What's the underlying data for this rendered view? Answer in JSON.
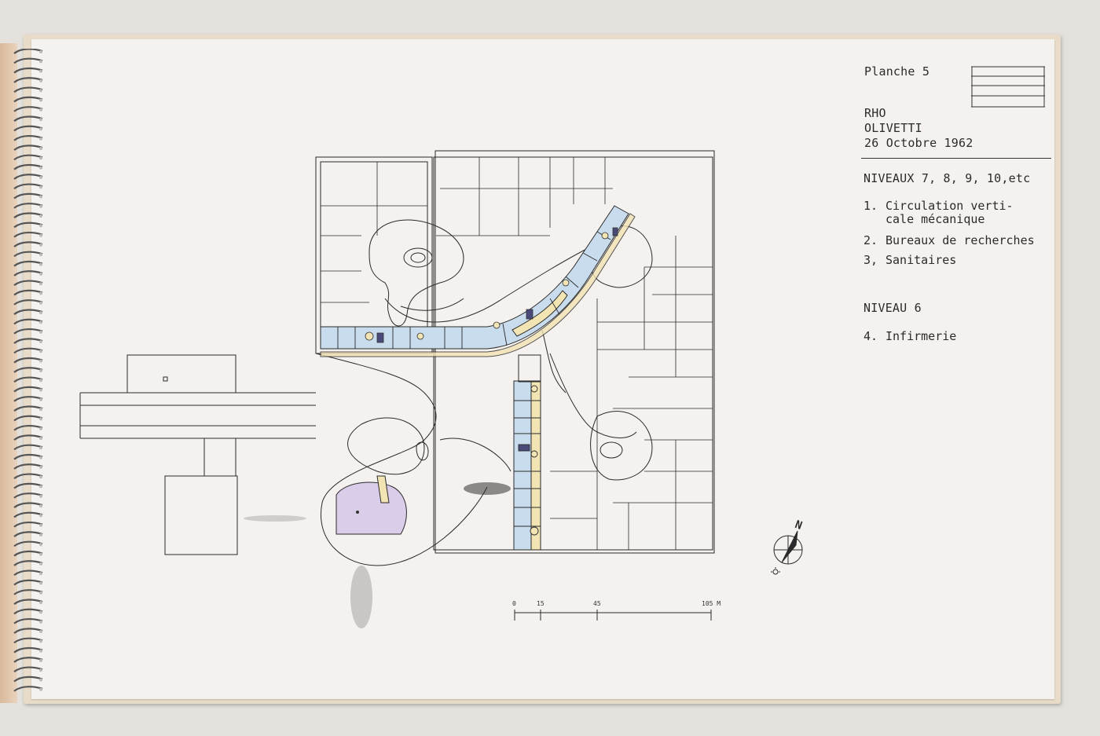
{
  "sheet": {
    "planche": "Planche 5",
    "project": "RHO",
    "client": "OLIVETTI",
    "date": "26 Octobre 1962"
  },
  "legend": {
    "heading_upper": "NIVEAUX 7, 8, 9, 10,etc",
    "items_upper": [
      {
        "num": "1.",
        "text": "Circulation verti-",
        "text2": "cale mécanique"
      },
      {
        "num": "2.",
        "text": "Bureaux de recherches"
      },
      {
        "num": "3,",
        "text": "Sanitaires"
      }
    ],
    "heading_lower": "NIVEAU 6",
    "items_lower": [
      {
        "num": "4.",
        "text": "Infirmerie"
      }
    ]
  },
  "scale_bar": {
    "ticks": [
      "0",
      "15",
      "45",
      "105 M"
    ]
  },
  "north": {
    "label": "N"
  },
  "colors": {
    "paper": "#f4f1ef",
    "ink": "#2b2b2b",
    "corridor_blue": "#c9dced",
    "corridor_yellow": "#f3e4b4",
    "infirmary_violet": "#d9cdea"
  }
}
